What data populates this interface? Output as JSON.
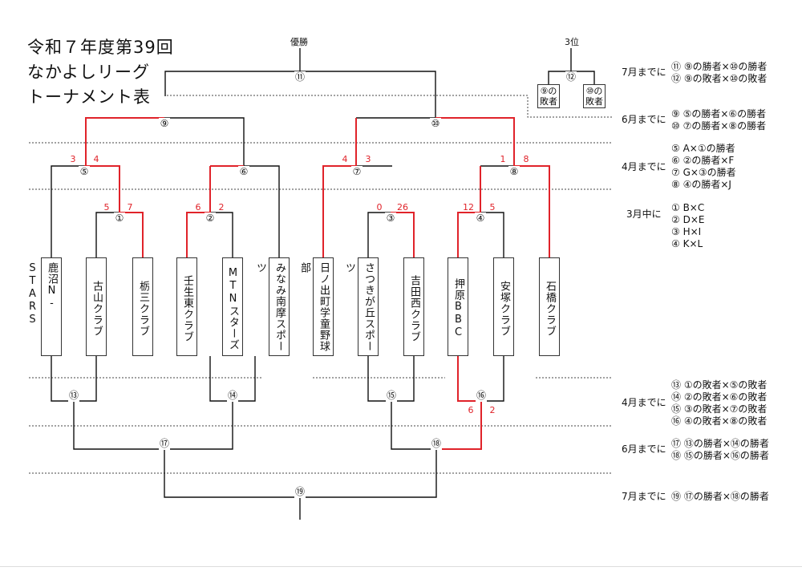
{
  "title": {
    "line1": "令和７年度第39回",
    "line2": "なかよしリーグ",
    "line3": "トーナメント表"
  },
  "labels": {
    "champion": "優勝",
    "third_place": "3位"
  },
  "third_place_boxes": {
    "left": "⑨の敗者",
    "right": "⑩の敗者"
  },
  "teams": [
    "鹿沼N-STARS",
    "古山クラブ",
    "栃三クラブ",
    "壬生東クラブ",
    "MTNスターズ",
    "みなみ南摩スポーツ",
    "日ノ出町学童野球部",
    "さつきが丘スポーツ",
    "吉田西クラブ",
    "押原BBC",
    "安塚クラブ",
    "石橋クラブ"
  ],
  "match_numbers": {
    "m1": "①",
    "m2": "②",
    "m3": "③",
    "m4": "④",
    "m5": "⑤",
    "m6": "⑥",
    "m7": "⑦",
    "m8": "⑧",
    "m9": "⑨",
    "m10": "⑩",
    "m11": "⑪",
    "m12": "⑫",
    "m13": "⑬",
    "m14": "⑭",
    "m15": "⑮",
    "m16": "⑯",
    "m17": "⑰",
    "m18": "⑱",
    "m19": "⑲"
  },
  "scores": {
    "m1": [
      "5",
      "7"
    ],
    "m2": [
      "6",
      "2"
    ],
    "m3": [
      "0",
      "26"
    ],
    "m4": [
      "12",
      "5"
    ],
    "m5": [
      "3",
      "4"
    ],
    "m7": [
      "4",
      "3"
    ],
    "m8": [
      "1",
      "8"
    ],
    "m16": [
      "6",
      "2"
    ]
  },
  "schedule_upper": [
    {
      "period": "7月までに",
      "rows": [
        "⑪ ⑨の勝者×⑩の勝者",
        "⑫ ⑨の敗者×⑩の敗者"
      ]
    },
    {
      "period": "6月までに",
      "rows": [
        "⑨ ⑤の勝者×⑥の勝者",
        "⑩ ⑦の勝者×⑧の勝者"
      ]
    },
    {
      "period": "4月までに",
      "rows": [
        "⑤ A×①の勝者",
        "⑥ ②の勝者×F",
        "⑦ G×③の勝者",
        "⑧ ④の勝者×J"
      ]
    },
    {
      "period": "3月中に",
      "rows": [
        "① B×C",
        "② D×E",
        "③ H×I",
        "④ K×L"
      ]
    }
  ],
  "schedule_lower": [
    {
      "period": "4月までに",
      "rows": [
        "⑬ ①の敗者×⑤の敗者",
        "⑭ ②の敗者×⑥の敗者",
        "⑮ ③の敗者×⑦の敗者",
        "⑯ ④の敗者×⑧の敗者"
      ]
    },
    {
      "period": "6月までに",
      "rows": [
        "⑰ ⑬の勝者×⑭の勝者",
        "⑱ ⑮の勝者×⑯の勝者"
      ]
    },
    {
      "period": "7月までに",
      "rows": [
        "⑲ ⑰の勝者×⑱の勝者"
      ]
    }
  ],
  "colors": {
    "line": "#111111",
    "winner": "#e0232a",
    "dotted": "#444444"
  }
}
